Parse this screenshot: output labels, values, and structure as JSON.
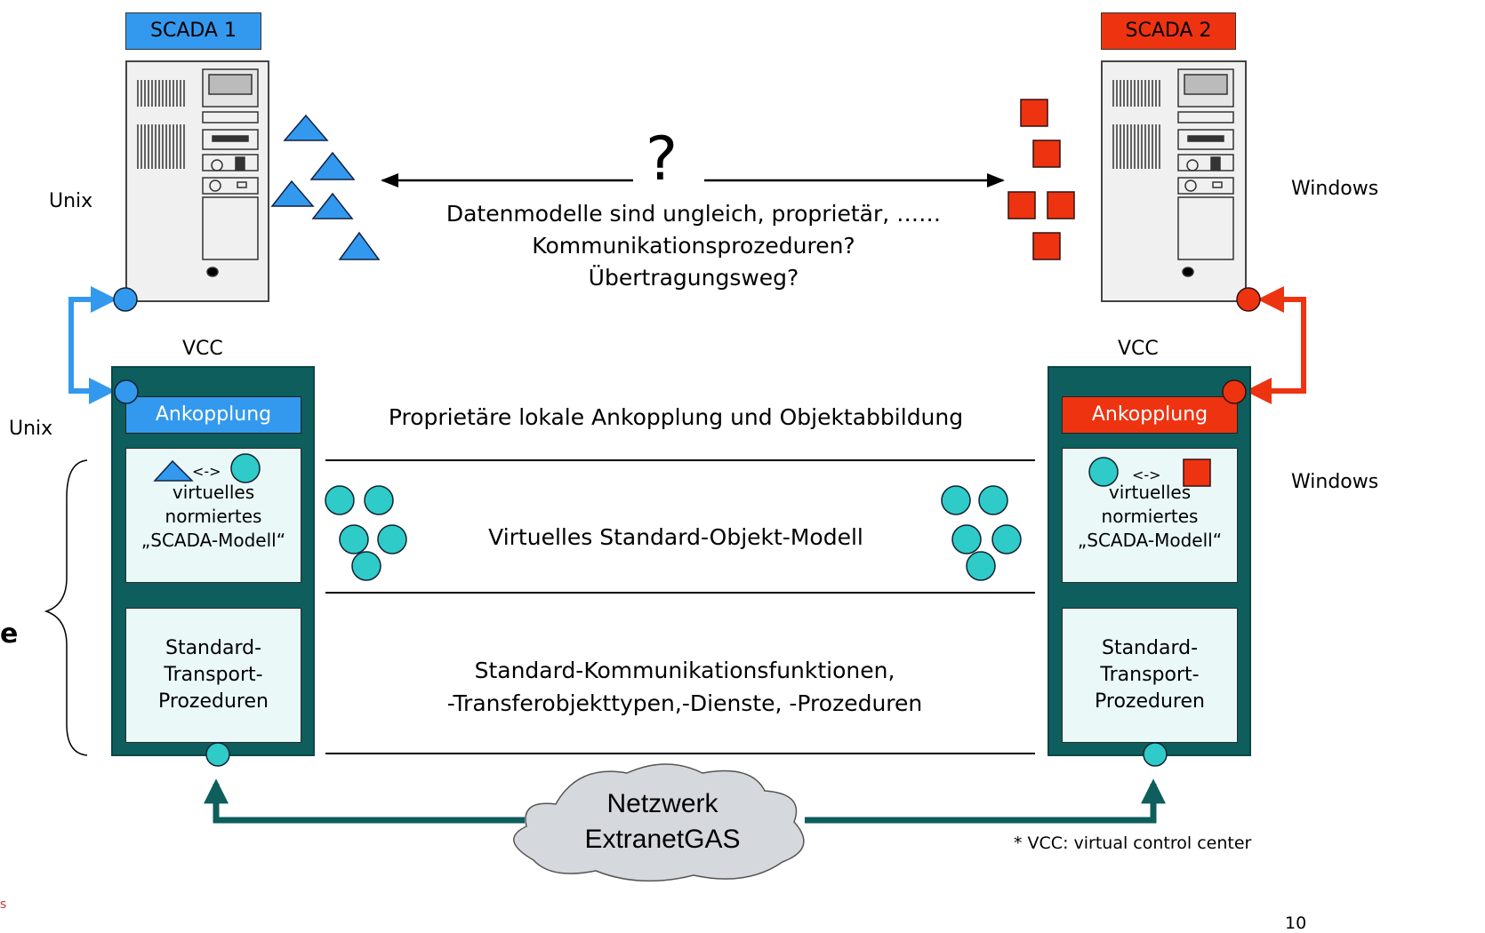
{
  "scada1": {
    "label": "SCADA 1",
    "color": "#3399ee"
  },
  "scada2": {
    "label": "SCADA 2",
    "color": "#ee3311"
  },
  "os": {
    "left_top": "Unix",
    "left_bottom": "Unix",
    "right_top": "Windows",
    "right_bottom": "Windows"
  },
  "question": {
    "mark": "?",
    "line1": "Datenmodelle sind ungleich, proprietär, ……",
    "line2": "Kommunikationsprozeduren?",
    "line3": "Übertragungsweg?"
  },
  "vcc": {
    "label": "VCC",
    "ankopplung": "Ankopplung",
    "mapping_symbol": "<->",
    "model_line1": "virtuelles",
    "model_line2": "normiertes",
    "model_line3": "„SCADA-Modell“",
    "transport_line1": "Standard-",
    "transport_line2": "Transport-",
    "transport_line3": "Prozeduren",
    "box_color": "#0d5e5c",
    "circle_color": "#2ecbc8"
  },
  "layers": {
    "row1": "Proprietäre lokale Ankopplung und Objektabbildung",
    "row2": "Virtuelles Standard-Objekt-Modell",
    "row3_line1": "Standard-Kommunikationsfunktionen,",
    "row3_line2": "-Transferobjekttypen,-Dienste, -Prozeduren"
  },
  "network": {
    "line1": "Netzwerk",
    "line2": "ExtranetGAS"
  },
  "footnote": "* VCC: virtual control center",
  "page_number": "10",
  "left_edge_letter": "e",
  "left_corner_mark": "s"
}
